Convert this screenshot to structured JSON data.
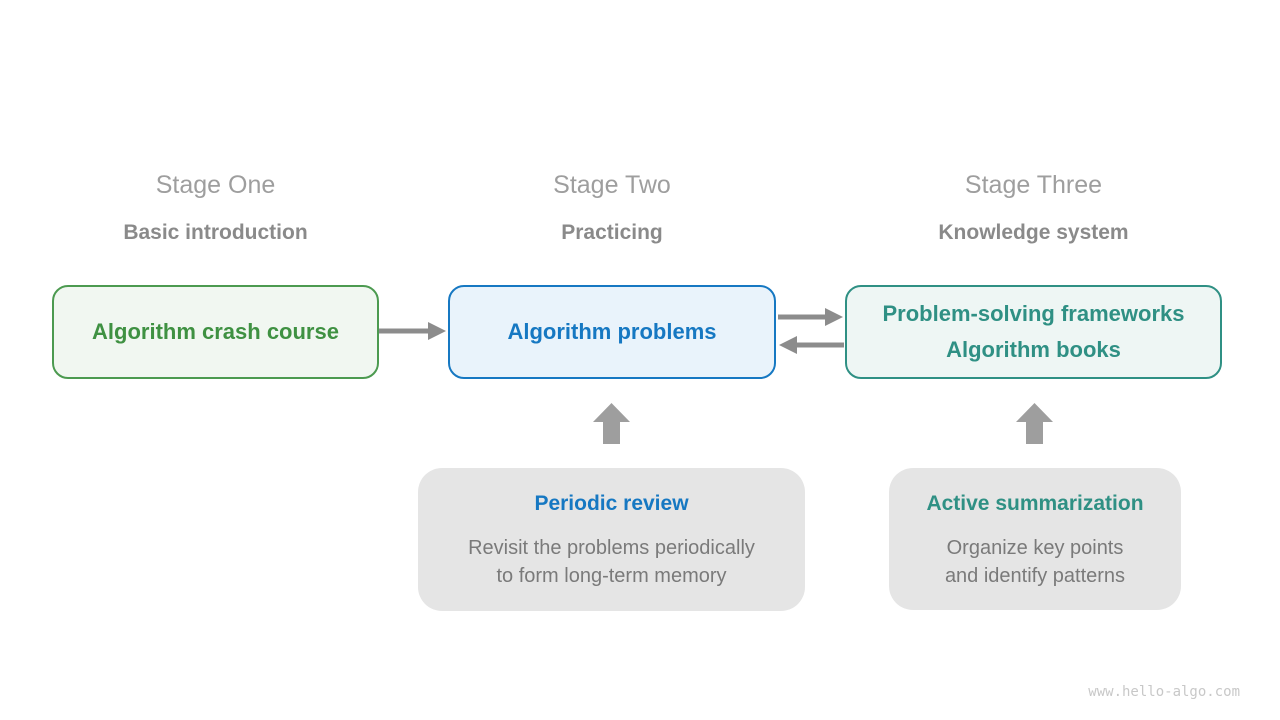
{
  "stages": [
    {
      "title": "Stage One",
      "subtitle": "Basic introduction",
      "box": {
        "lines": [
          "Algorithm crash course"
        ]
      }
    },
    {
      "title": "Stage Two",
      "subtitle": "Practicing",
      "box": {
        "lines": [
          "Algorithm problems"
        ]
      }
    },
    {
      "title": "Stage Three",
      "subtitle": "Knowledge system",
      "box": {
        "lines": [
          "Problem-solving frameworks",
          "Algorithm books"
        ]
      }
    }
  ],
  "notes": [
    {
      "title": "Periodic review",
      "body_lines": [
        "Revisit the problems periodically",
        "to form long-term memory"
      ]
    },
    {
      "title": "Active summarization",
      "body_lines": [
        "Organize key points",
        "and identify patterns"
      ]
    }
  ],
  "watermark": "www.hello-algo.com",
  "colors": {
    "stage_title_gray": "#9e9e9e",
    "stage_subtitle_gray": "#8a8a8a",
    "green_text": "#3f9142",
    "green_border": "#4c9a50",
    "green_bg": "#f1f7f1",
    "blue_text": "#1678c2",
    "blue_border": "#1678c2",
    "blue_bg": "#e9f3fb",
    "teal_text": "#2f9084",
    "teal_border": "#2f9084",
    "teal_bg": "#eef6f4",
    "note_bg": "#e5e5e5",
    "note_body_gray": "#7a7a7a",
    "arrow_gray": "#8c8c8c",
    "block_arrow_gray": "#9e9e9e",
    "watermark_gray": "#c8c8c8"
  }
}
